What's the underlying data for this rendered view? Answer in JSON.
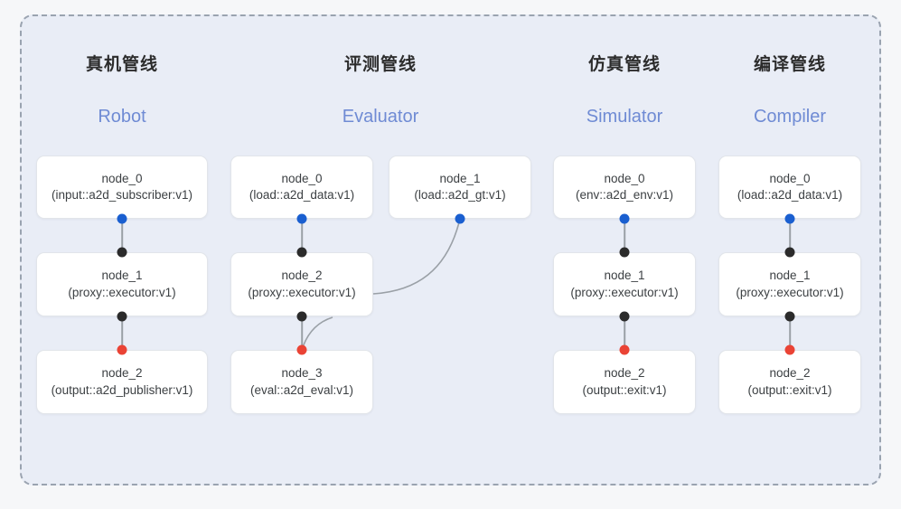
{
  "panel": {
    "border_style": "dashed",
    "border_color": "#9aa3b0",
    "background_color": "#e9edf6"
  },
  "palette": {
    "dot_blue": "#1a5fd0",
    "dot_black": "#2b2b2b",
    "dot_red": "#ea4335",
    "header_en_color": "#6f8bd4",
    "header_cn_color": "#2c2c2c",
    "node_text_color": "#3c4043",
    "edge_color": "#9aa0a6"
  },
  "columns": [
    {
      "title_cn": "真机管线",
      "title_en": "Robot",
      "nodes": [
        {
          "id": "node_0",
          "kind": "(input::a2d_subscriber:v1)"
        },
        {
          "id": "node_1",
          "kind": "(proxy::executor:v1)"
        },
        {
          "id": "node_2",
          "kind": "(output::a2d_publisher:v1)"
        }
      ]
    },
    {
      "title_cn": "评测管线",
      "title_en": "Evaluator",
      "nodes": [
        {
          "id": "node_0",
          "kind": "(load::a2d_data:v1)"
        },
        {
          "id": "node_1",
          "kind": "(load::a2d_gt:v1)"
        },
        {
          "id": "node_2",
          "kind": "(proxy::executor:v1)"
        },
        {
          "id": "node_3",
          "kind": "(eval::a2d_eval:v1)"
        }
      ]
    },
    {
      "title_cn": "仿真管线",
      "title_en": "Simulator",
      "nodes": [
        {
          "id": "node_0",
          "kind": "(env::a2d_env:v1)"
        },
        {
          "id": "node_1",
          "kind": "(proxy::executor:v1)"
        },
        {
          "id": "node_2",
          "kind": "(output::exit:v1)"
        }
      ]
    },
    {
      "title_cn": "编译管线",
      "title_en": "Compiler",
      "nodes": [
        {
          "id": "node_0",
          "kind": "(load::a2d_data:v1)"
        },
        {
          "id": "node_1",
          "kind": "(proxy::executor:v1)"
        },
        {
          "id": "node_2",
          "kind": "(output::exit:v1)"
        }
      ]
    }
  ]
}
